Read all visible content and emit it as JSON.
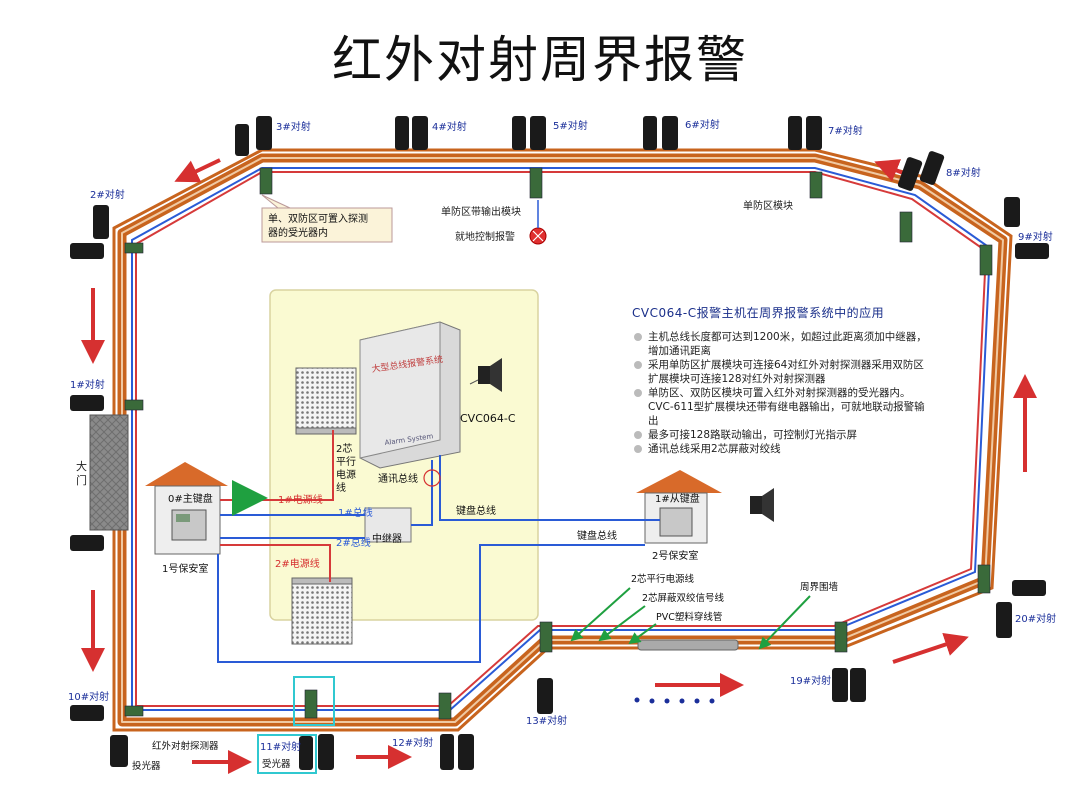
{
  "title": "红外对射周界报警",
  "beams": {
    "b1": "1#对射",
    "b2": "2#对射",
    "b3": "3#对射",
    "b4": "4#对射",
    "b5": "5#对射",
    "b6": "6#对射",
    "b7": "7#对射",
    "b8": "8#对射",
    "b9": "9#对射",
    "b10": "10#对射",
    "b11": "11#对射",
    "b12": "12#对射",
    "b13": "13#对射",
    "b19": "19#对射",
    "b20": "20#对射"
  },
  "callout": {
    "line1": "单、双防区可置入探测",
    "line2": "器的受光器内"
  },
  "labels": {
    "single_zone_output": "单防区带输出模块",
    "local_alarm": "就地控制报警",
    "single_zone_module": "单防区模块",
    "gate_1": "大",
    "gate_2": "门",
    "main_keypad": "0#主键盘",
    "guard_room_1": "1号保安室",
    "power_line_1": "1#电源线",
    "power_line_2": "2#电源线",
    "bus_1": "1#总线",
    "bus_2": "2#总线",
    "repeater": "中继器",
    "parallel_1": "2芯",
    "parallel_2": "平行",
    "parallel_3": "电源",
    "parallel_4": "线",
    "comm_bus": "通讯总线",
    "keypad_bus_1": "键盘总线",
    "keypad_bus_2": "键盘总线",
    "panel_model": "CVC064-C",
    "panel_face": "大型总线报警系统",
    "panel_brand": "Alarm System",
    "slave_keypad": "1#从键盘",
    "guard_room_2": "2号保安室",
    "legend_parallel": "2芯平行电源线",
    "legend_shielded": "2芯屏蔽双绞信号线",
    "legend_pvc": "PVC塑料穿线管",
    "legend_wall": "周界围墙",
    "ir_detector": "红外对射探测器",
    "emitter": "投光器",
    "receiver": "受光器"
  },
  "note": {
    "heading": "CVC064-C报警主机在周界报警系统中的应用",
    "items": [
      "主机总线长度都可达到1200米，如超过此距离须加中继器，增加通讯距离",
      "采用单防区扩展模块可连接64对红外对射探测器采用双防区扩展模块可连接128对红外对射探测器",
      "单防区、双防区模块可置入红外对射探测器的受光器内。CVC-611型扩展模块还带有继电器输出，可就地联动报警输出",
      "最多可接128路联动输出，可控制灯光指示屏",
      "通讯总线采用2芯屏蔽对绞线"
    ]
  },
  "colors": {
    "wall": "#c8641e",
    "signal_line": "#2a5bd6",
    "power_line": "#d63a3a",
    "arrow": "#d63030",
    "panel_bg": "#fafad2",
    "label_blue": "#1b2f9a"
  }
}
